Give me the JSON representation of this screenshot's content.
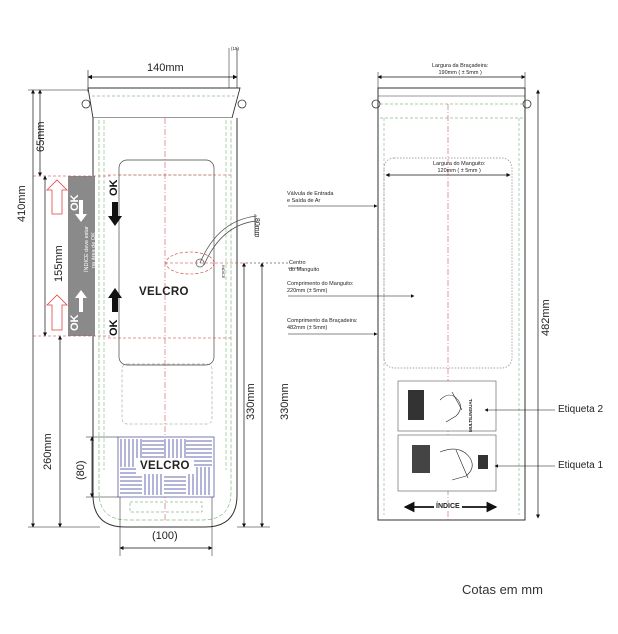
{
  "dimensions": {
    "width_140": "140mm",
    "d_65": "65mm",
    "d_410": "410mm",
    "d_155": "155mm",
    "d_260": "260mm",
    "d_80": "(80)",
    "d_100": "(100)",
    "d_330a": "330mm",
    "d_330b": "330mm",
    "d_482": "482mm",
    "d_80mm_small": "80mm",
    "d_15": "(15)"
  },
  "front": {
    "velcro_top": "VELCRO",
    "velcro_bottom": "VELCRO",
    "ok_upper_left": "OK",
    "ok_lower_left": "OK",
    "ok_upper_right": "OK",
    "ok_lower_right": "OK",
    "indice_line1": "ÍNDICE deve estar",
    "indice_line2": "na área de OK",
    "rotated_small": "INDICE"
  },
  "back": {
    "largura_bracadeira_line1": "Largura da Braçadeira:",
    "largura_bracadeira_line2": "190mm ( ± 5mm )",
    "largura_manguito_line1": "Largura do Manguito:",
    "largura_manguito_line2": "120mm ( ± 5mm )",
    "indice_bar": "ÍNDICE",
    "label_small": "MULTILINGUAL"
  },
  "labels": {
    "valvula_line1": "Válvula de Entrada",
    "valvula_line2": "e Saída de Ar",
    "centro_line1": "Centro",
    "centro_line2": "do Manguito",
    "comp_manguito_line1": "Comprimento do Manguito:",
    "comp_manguito_line2": "220mm (± 5mm)",
    "comp_bracadeira_line1": "Comprimento da Braçadeira:",
    "comp_bracadeira_line2": "482mm (± 5mm)",
    "etiqueta2": "Etiqueta 2",
    "etiqueta1": "Etiqueta 1"
  },
  "footer": {
    "note": "Cotas em mm"
  }
}
